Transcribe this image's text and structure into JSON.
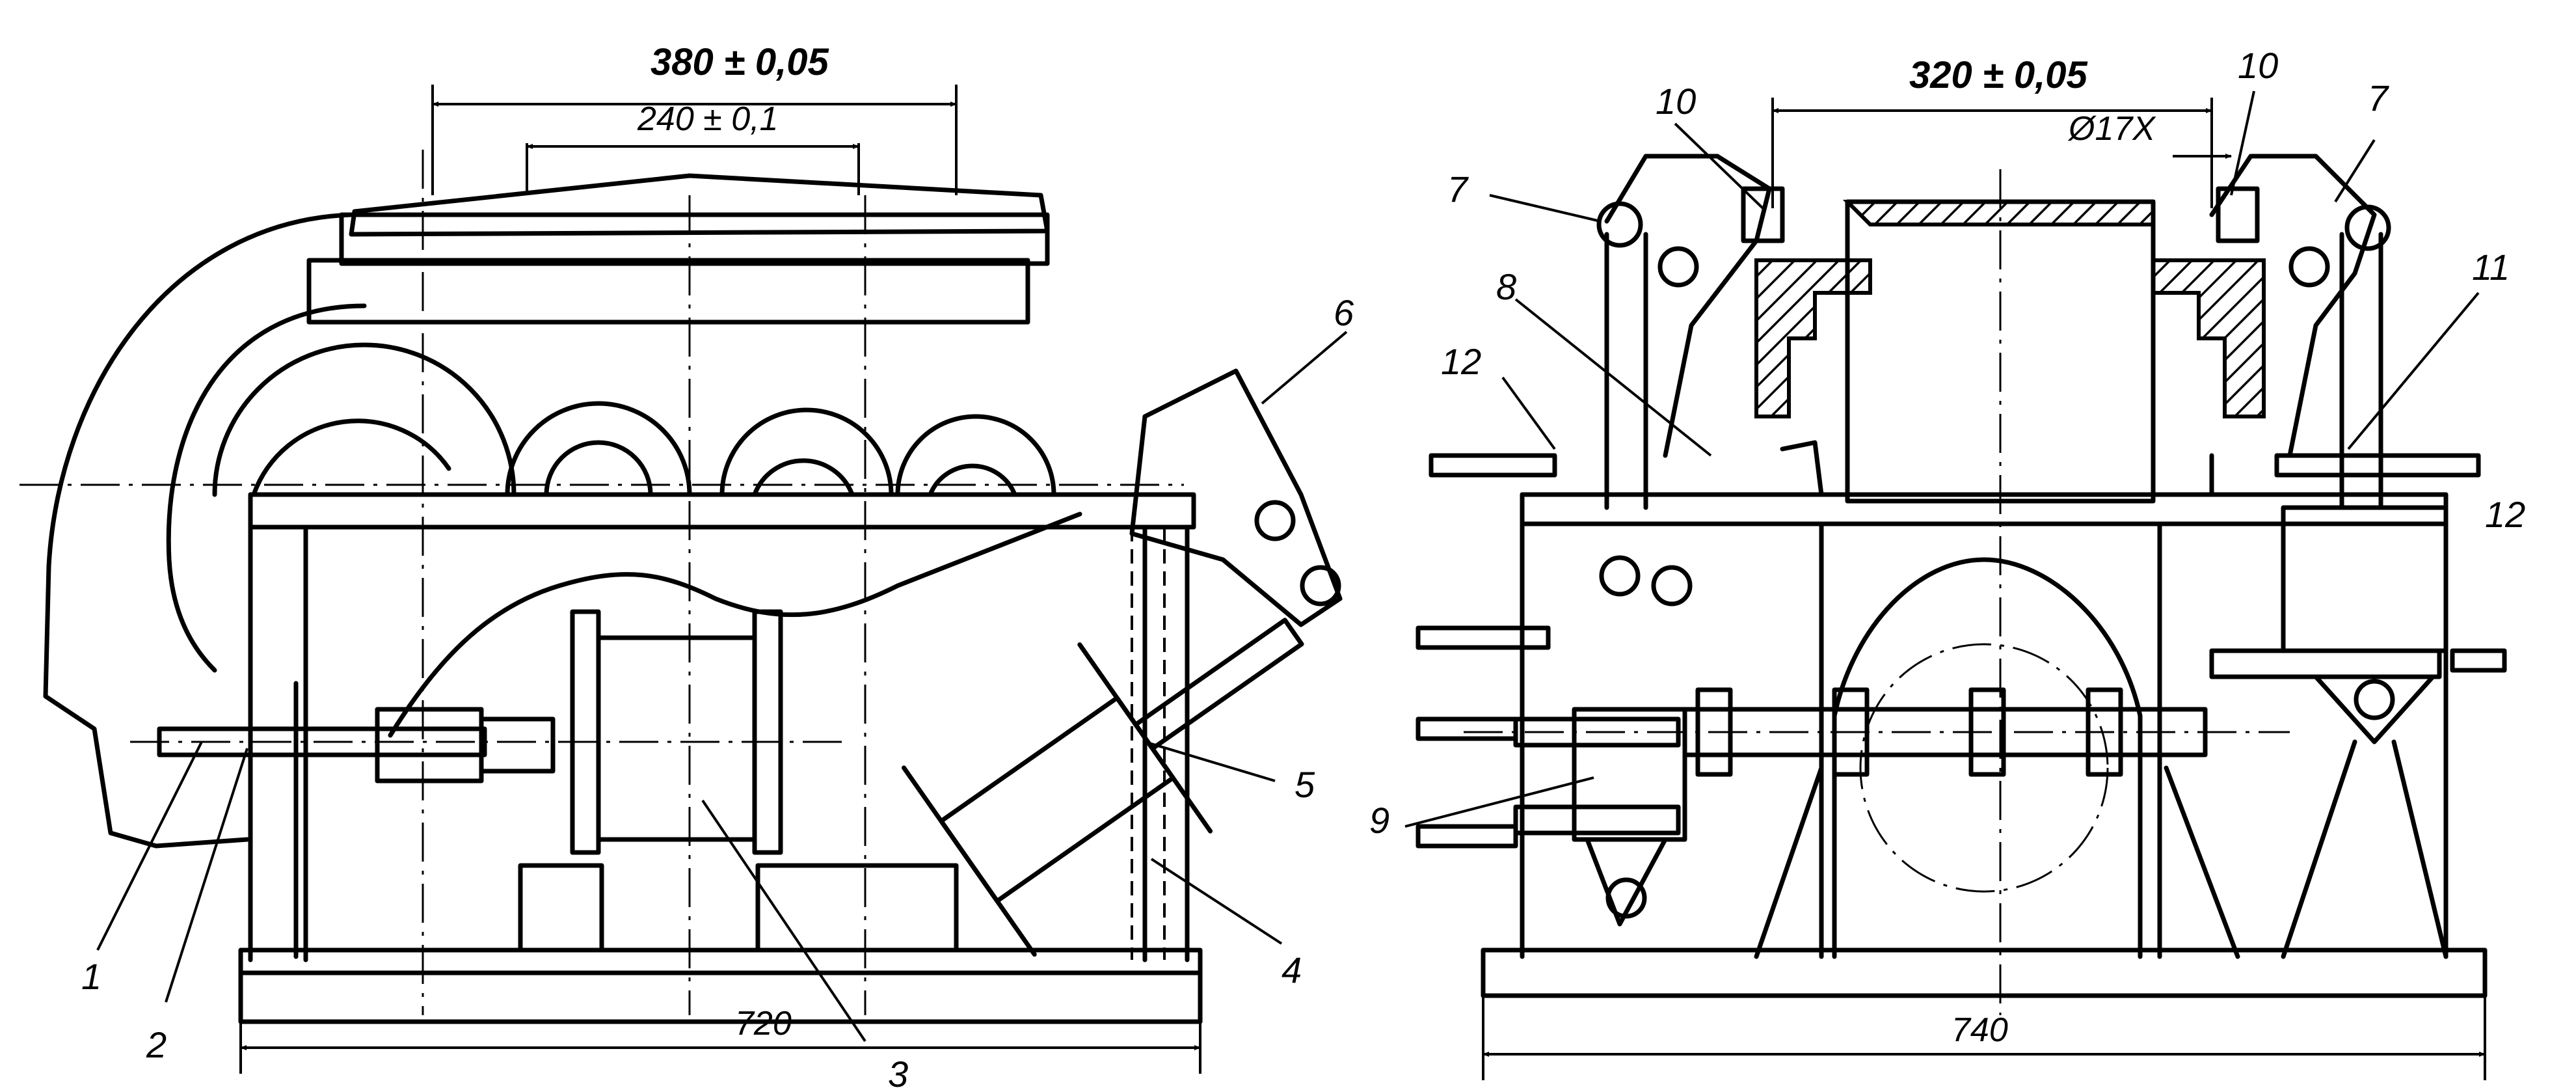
{
  "drawing": {
    "left_view": {
      "dimensions": {
        "outer_spacing": "380 ± 0,05",
        "inner_spacing": "240 ± 0,1",
        "base_length": "720"
      },
      "callouts": [
        "1",
        "2",
        "3",
        "4",
        "5",
        "6"
      ]
    },
    "right_view": {
      "dimensions": {
        "spacing": "320 ± 0,05",
        "diameter": "Ø17X",
        "base_length": "740"
      },
      "callouts": [
        "7",
        "7",
        "8",
        "9",
        "10",
        "10",
        "11",
        "12",
        "12"
      ]
    }
  }
}
